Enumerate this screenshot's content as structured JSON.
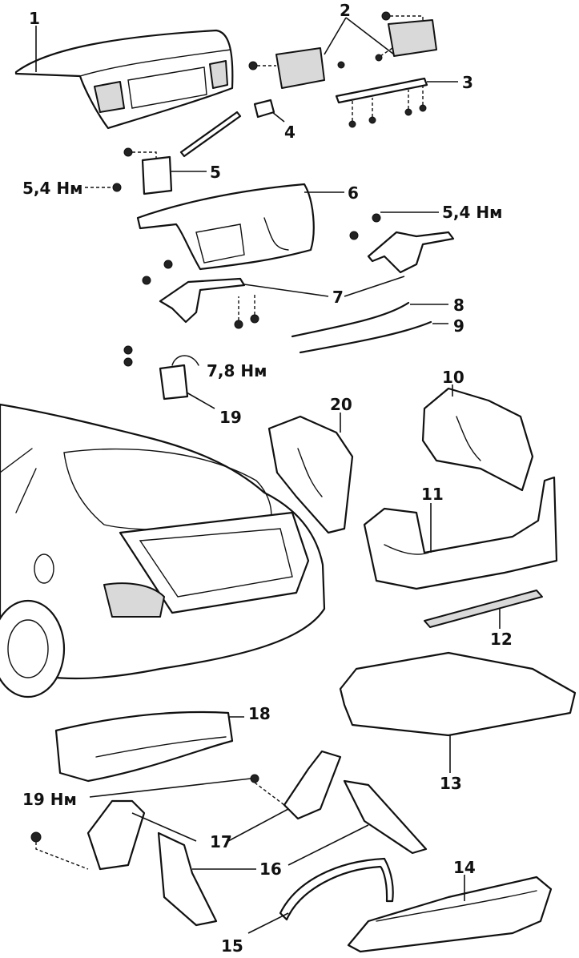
{
  "callouts": [
    {
      "id": "c1",
      "text": "1"
    },
    {
      "id": "c2",
      "text": "2"
    },
    {
      "id": "c3",
      "text": "3"
    },
    {
      "id": "c4",
      "text": "4"
    },
    {
      "id": "c5",
      "text": "5"
    },
    {
      "id": "c6",
      "text": "6"
    },
    {
      "id": "c7",
      "text": "7"
    },
    {
      "id": "c8",
      "text": "8"
    },
    {
      "id": "c9",
      "text": "9"
    },
    {
      "id": "c10",
      "text": "10"
    },
    {
      "id": "c11",
      "text": "11"
    },
    {
      "id": "c12",
      "text": "12"
    },
    {
      "id": "c13",
      "text": "13"
    },
    {
      "id": "c14",
      "text": "14"
    },
    {
      "id": "c15",
      "text": "15"
    },
    {
      "id": "c16",
      "text": "16"
    },
    {
      "id": "c17",
      "text": "17"
    },
    {
      "id": "c18",
      "text": "18"
    },
    {
      "id": "c19",
      "text": "19"
    },
    {
      "id": "c20",
      "text": "20"
    }
  ],
  "torques": [
    {
      "id": "t1",
      "text": "5,4 Нм"
    },
    {
      "id": "t2",
      "text": "5,4 Нм"
    },
    {
      "id": "t3",
      "text": "7,8 Нм"
    },
    {
      "id": "t4",
      "text": "19 Нм"
    }
  ]
}
